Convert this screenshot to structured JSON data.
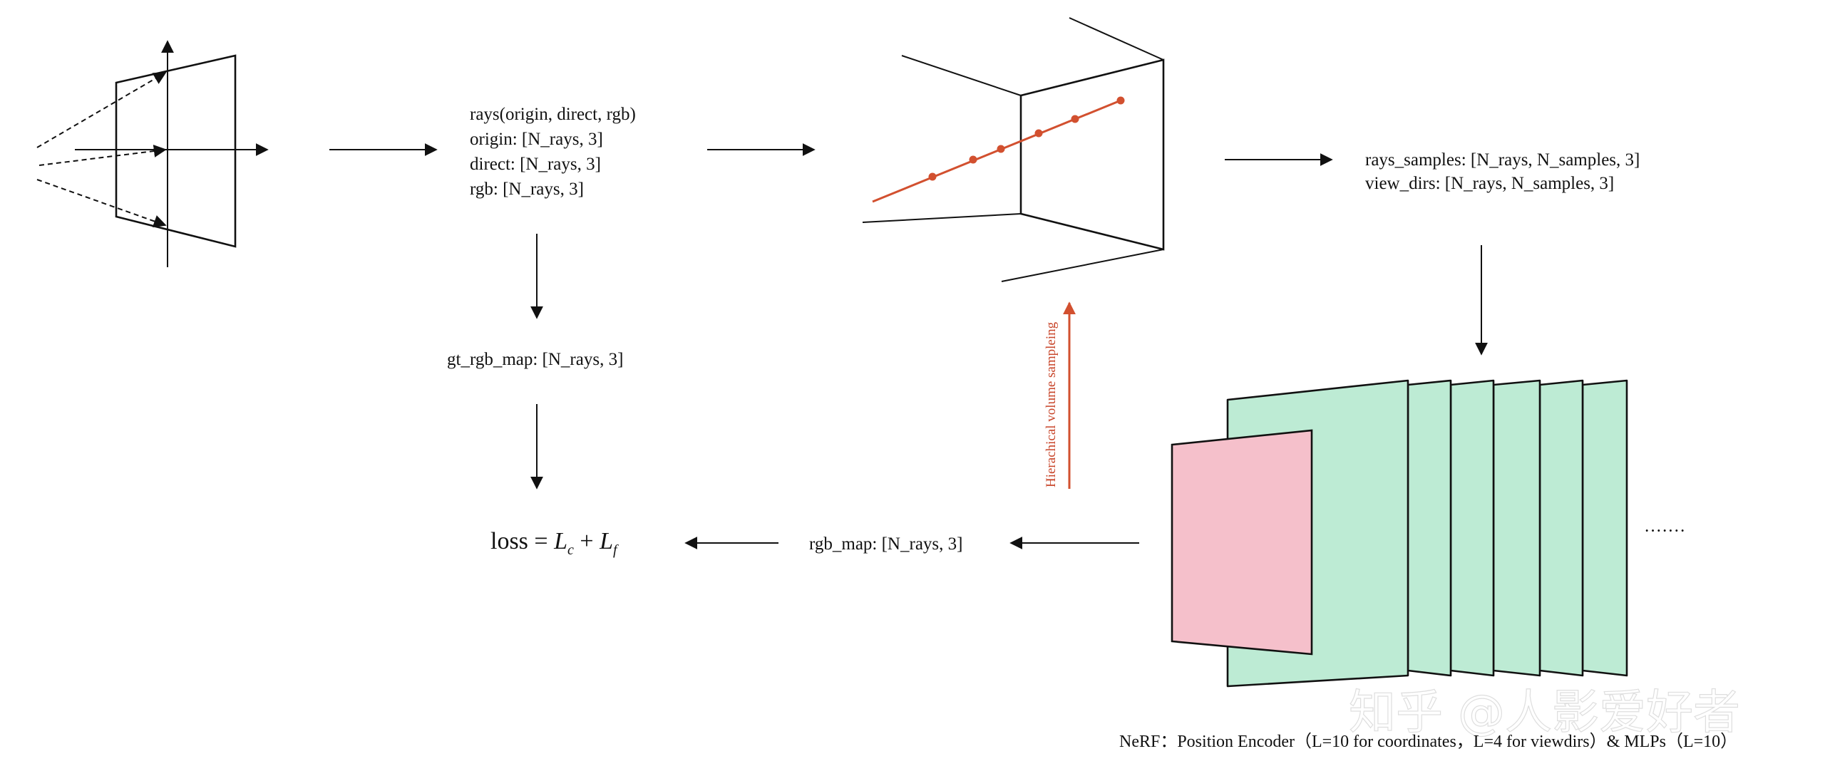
{
  "labels": {
    "rays_title": "rays(origin, direct, rgb)",
    "rays_origin": "origin: [N_rays, 3]",
    "rays_direct": "direct: [N_rays, 3]",
    "rays_rgb": "rgb: [N_rays, 3]",
    "rays_samples": "rays_samples: [N_rays, N_samples, 3]",
    "view_dirs": "view_dirs: [N_rays, N_samples, 3]",
    "gt_rgb_map": "gt_rgb_map: [N_rays, 3]",
    "rgb_map": "rgb_map: [N_rays, 3]",
    "hierarchical_sampling": "Hierachical volume sampleing",
    "ellipsis": "·······"
  },
  "loss": {
    "prefix": "loss = ",
    "term1_letter": "L",
    "term1_sub": "c",
    "plus": " + ",
    "term2_letter": "L",
    "term2_sub": "f"
  },
  "caption": "NeRF：Position Encoder（L=10 for coordinates，L=4 for viewdirs）& MLPs（L=10）",
  "watermark": "知乎 @人影爱好者",
  "colors": {
    "layer_green": "#bdebd4",
    "layer_pink": "#f5c0cb",
    "sample_red": "#d2502f",
    "stroke": "#111111"
  }
}
